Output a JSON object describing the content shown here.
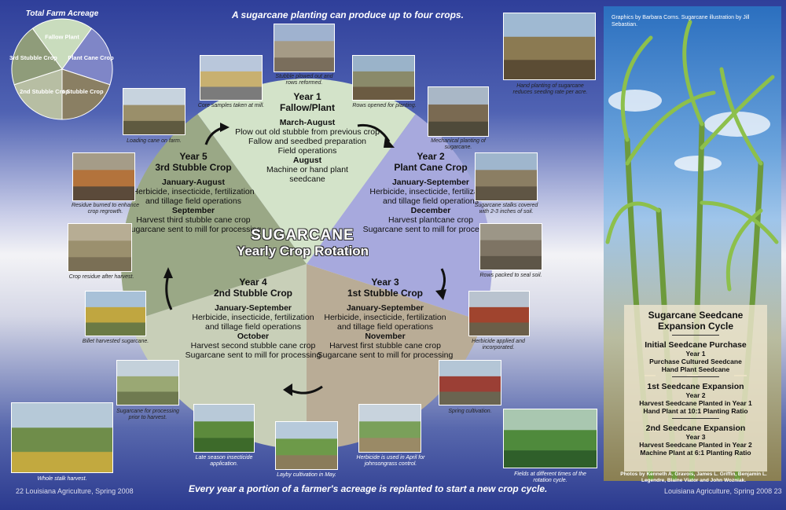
{
  "header": {
    "top_note": "A sugarcane planting can  produce up to four crops."
  },
  "footer": {
    "bottom_note": "Every year a portion of a farmer's acreage is replanted to start a new crop cycle.",
    "left_folio": "22      Louisiana Agriculture, Spring 2008",
    "right_folio": "Louisiana Agriculture, Spring 2008      23"
  },
  "center": {
    "title_line1": "SUGARCANE",
    "title_line2": "Yearly Crop Rotation"
  },
  "acreage_pie": {
    "title": "Total Farm Acreage",
    "slices": [
      {
        "label": "Fallow Plant",
        "color": "#c9dcbd"
      },
      {
        "label": "Plant Cane Crop",
        "color": "#7f86c7"
      },
      {
        "label": "1st Stubble Crop",
        "color": "#8a7f63"
      },
      {
        "label": "2nd Stubble Crop",
        "color": "#b7bea3"
      },
      {
        "label": "3rd Stubble Crop",
        "color": "#8f9c7a"
      }
    ]
  },
  "wheel": {
    "colors": [
      "#d3e3c9",
      "#a7a9dd",
      "#b9ac96",
      "#c8cfb8",
      "#9aa886"
    ],
    "years": [
      {
        "year": "Year 1",
        "crop": "Fallow/Plant",
        "lines": [
          {
            "text": "March-August",
            "head": true
          },
          {
            "text": "Plow out old stubble from previous crop",
            "head": false
          },
          {
            "text": "Fallow and seedbed preparation",
            "head": false
          },
          {
            "text": "Field operations",
            "head": false
          },
          {
            "text": "August",
            "head": true
          },
          {
            "text": "Machine or hand plant",
            "head": false
          },
          {
            "text": "seedcane",
            "head": false
          }
        ]
      },
      {
        "year": "Year 2",
        "crop": "Plant Cane Crop",
        "lines": [
          {
            "text": "January-September",
            "head": true
          },
          {
            "text": "Herbicide, insecticide, fertilization",
            "head": false
          },
          {
            "text": "and tillage field operations",
            "head": false
          },
          {
            "text": "December",
            "head": true
          },
          {
            "text": "Harvest plantcane crop",
            "head": false
          },
          {
            "text": "Sugarcane sent to mill for processing",
            "head": false
          }
        ]
      },
      {
        "year": "Year 3",
        "crop": "1st Stubble Crop",
        "lines": [
          {
            "text": "January-September",
            "head": true
          },
          {
            "text": "Herbicide, insecticide,  fertilization",
            "head": false
          },
          {
            "text": "and tillage field operations",
            "head": false
          },
          {
            "text": "November",
            "head": true
          },
          {
            "text": "Harvest first stubble cane crop",
            "head": false
          },
          {
            "text": "Sugarcane sent to mill for processing",
            "head": false
          }
        ]
      },
      {
        "year": "Year 4",
        "crop": "2nd Stubble Crop",
        "lines": [
          {
            "text": "January-September",
            "head": true
          },
          {
            "text": "Herbicide, insecticide,  fertilization",
            "head": false
          },
          {
            "text": "and tillage field operations",
            "head": false
          },
          {
            "text": "October",
            "head": true
          },
          {
            "text": "Harvest second stubble cane crop",
            "head": false
          },
          {
            "text": "Sugarcane sent to mill for processing",
            "head": false
          }
        ]
      },
      {
        "year": "Year 5",
        "crop": "3rd Stubble Crop",
        "lines": [
          {
            "text": "January-August",
            "head": true
          },
          {
            "text": "Herbicide, insecticide, fertilization",
            "head": false
          },
          {
            "text": "and tillage field operations",
            "head": false
          },
          {
            "text": "September",
            "head": true
          },
          {
            "text": "Harvest third stubble cane crop",
            "head": false
          },
          {
            "text": "Sugarcane sent to mill for processing",
            "head": false
          }
        ]
      }
    ]
  },
  "photos": [
    {
      "caption": "Stubble plowed out and rows reformed.",
      "palette": [
        "#9fb2cf",
        "#a59b86",
        "#7a6e5c"
      ]
    },
    {
      "caption": "Rows opened for planting.",
      "palette": [
        "#9ab3c9",
        "#8a8a6a",
        "#6b5b42"
      ]
    },
    {
      "caption": "Core samples taken at mill.",
      "palette": [
        "#b9c7db",
        "#c8b070",
        "#7b7b7b"
      ]
    },
    {
      "caption": "Loading cane on farm.",
      "palette": [
        "#c7d3de",
        "#9a8f6a",
        "#5f5a40"
      ]
    },
    {
      "caption": "Mechanical planting of sugarcane.",
      "palette": [
        "#a9b7c6",
        "#7a6a52",
        "#4f4a3a"
      ]
    },
    {
      "caption": "Residue burned to enhance crop regrowth.",
      "palette": [
        "#a59c88",
        "#b3733c",
        "#5b4a3a"
      ]
    },
    {
      "caption": "Sugarcane stalks covered with 2-3 inches of soil.",
      "palette": [
        "#9fb6cd",
        "#8b7e63",
        "#5f5544"
      ]
    },
    {
      "caption": "Crop residue after harvest.",
      "palette": [
        "#b7ad94",
        "#9b906e",
        "#7a6f55"
      ]
    },
    {
      "caption": "Rows packed to seal soil.",
      "palette": [
        "#9c9687",
        "#7e7464",
        "#5e5648"
      ]
    },
    {
      "caption": "Billet harvested sugarcane.",
      "palette": [
        "#a8c1d8",
        "#c0a640",
        "#6b7a45"
      ]
    },
    {
      "caption": "Herbicide applied and incorporated.",
      "palette": [
        "#b9c3cf",
        "#a0442e",
        "#6b5e48"
      ]
    },
    {
      "caption": "Sugarcane for processing prior to harvest.",
      "palette": [
        "#c4d1db",
        "#9aa874",
        "#6f7a50"
      ]
    },
    {
      "caption": "Spring cultivation.",
      "palette": [
        "#b4c6d6",
        "#9b3f35",
        "#6a6450"
      ]
    },
    {
      "caption": "Whole stalk harvest.",
      "palette": [
        "#b6c9d8",
        "#6f8d4a",
        "#c2a93f"
      ]
    },
    {
      "caption": "Late season insecticide application.",
      "palette": [
        "#b8c9d8",
        "#5c8a3c",
        "#3d6a2a"
      ]
    },
    {
      "caption": "Layby cultivation in May.",
      "palette": [
        "#b7cadb",
        "#6d9a49",
        "#8a7c5a"
      ]
    },
    {
      "caption": "Herbicide is used in April for johnsongrass control.",
      "palette": [
        "#c8d3dd",
        "#7aa05a",
        "#9a8a66"
      ]
    },
    {
      "caption": "Fields at different times of the rotation cycle.",
      "palette": [
        "#a9c7b0",
        "#4f8a3c",
        "#2f5f2a"
      ]
    },
    {
      "caption": "Hand planting of sugarcane reduces seeding rate per acre.",
      "palette": [
        "#9fb9d2",
        "#8b7a52",
        "#5b4c34"
      ]
    }
  ],
  "right": {
    "credit": "Graphics by Barbara Corns.  Sugarcane illustration by Jill Sebastian.",
    "photo_credit": "Photos by Kenneth A. Gravois, James L. Griffin, Benjamin L. Legendre, Blaine Viator and John Wozniak.",
    "seed_title1": "Sugarcane Seedcane",
    "seed_title2": "Expansion Cycle",
    "s1_head": "Initial Seedcane Purchase",
    "s1_year": "Year 1",
    "s1_l1": "Purchase Cultured Seedcane",
    "s1_l2": "Hand Plant Seedcane",
    "s2_head": "1st Seedcane Expansion",
    "s2_year": "Year 2",
    "s2_l1": "Harvest Seedcane Planted in Year 1",
    "s2_l2": "Hand Plant at 10:1 Planting Ratio",
    "s3_head": "2nd Seedcane Expansion",
    "s3_year": "Year 3",
    "s3_l1": "Harvest Seedcane Planted in Year 2",
    "s3_l2": "Machine Plant at 6:1 Planting Ratio"
  }
}
